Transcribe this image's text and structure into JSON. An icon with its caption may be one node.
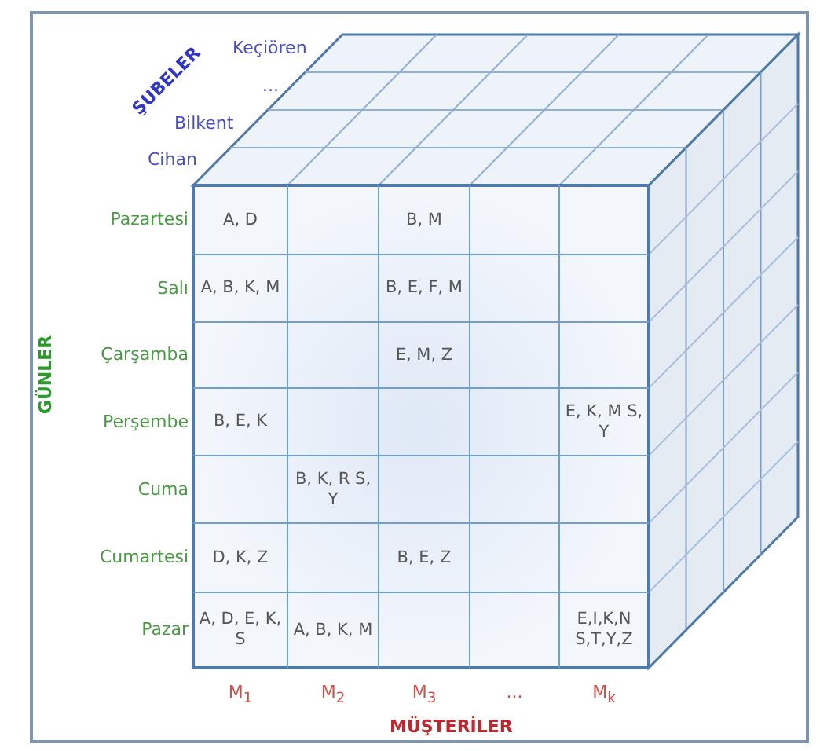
{
  "diagram": {
    "labels": [
      "ŞUBELER",
      "Keçiören",
      "...",
      "Bilkent",
      "Cihan",
      "GÜNLER",
      "Pazartesi",
      "A, D",
      "B, M",
      "Salı",
      "A, B, K, M",
      "B, E, F, M",
      "Çarşamba",
      "E, M, Z",
      "Perşembe",
      "B, E, K",
      "E, K, M S, Y",
      "Cuma",
      "B, K, R S, Y",
      "Cumartesi",
      "D, K, Z",
      "B, E, Z",
      "Pazar",
      "A, D, E, K, S",
      "A, B, K, M",
      "E,I,K,N S,T,Y,Z",
      "M$_{1}$",
      "M$_{2}$",
      "M$_{3}$",
      "...",
      "M$_{k}$",
      "MÜŞTERİLER"
    ]
  }
}
